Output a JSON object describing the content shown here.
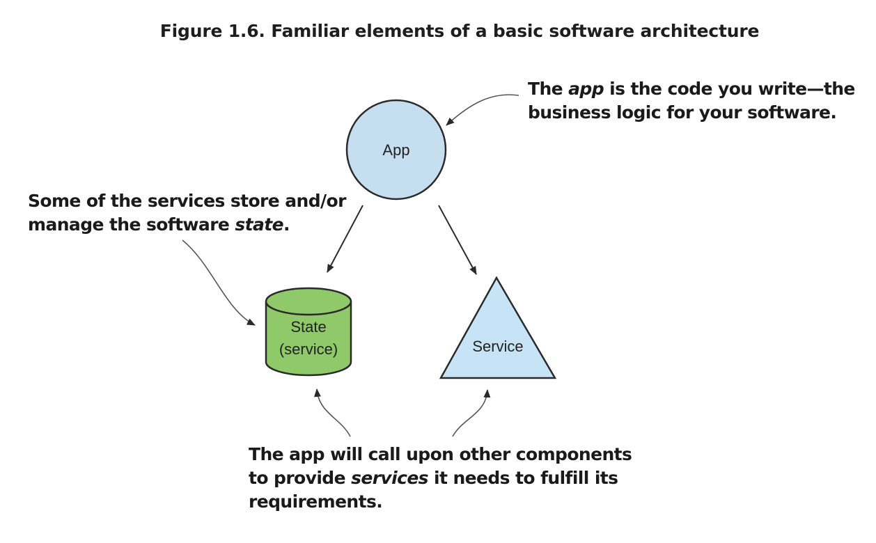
{
  "figure": {
    "title": "Figure 1.6. Familiar elements of a basic software architecture"
  },
  "nodes": {
    "app": {
      "label": "App",
      "fill": "#c6dff0"
    },
    "state": {
      "label_line1": "State",
      "label_line2": "(service)",
      "fill": "#8fc96a"
    },
    "service": {
      "label": "Service",
      "fill": "#c6e4f5"
    }
  },
  "callouts": {
    "app": {
      "line1_pre": "The ",
      "line1_em": "app",
      "line1_post": " is the code you write—the",
      "line2": "business logic for your software."
    },
    "state": {
      "line1": "Some of the services store and/or",
      "line2_pre": "manage the software ",
      "line2_em": "state",
      "line2_post": "."
    },
    "services": {
      "line1": "The app will call upon other components",
      "line2_pre": "to provide ",
      "line2_em": "services",
      "line2_post": " it needs to fulfill its",
      "line3": "requirements."
    }
  },
  "colors": {
    "stroke": "#2a2a2a",
    "text": "#1a1a1a"
  }
}
